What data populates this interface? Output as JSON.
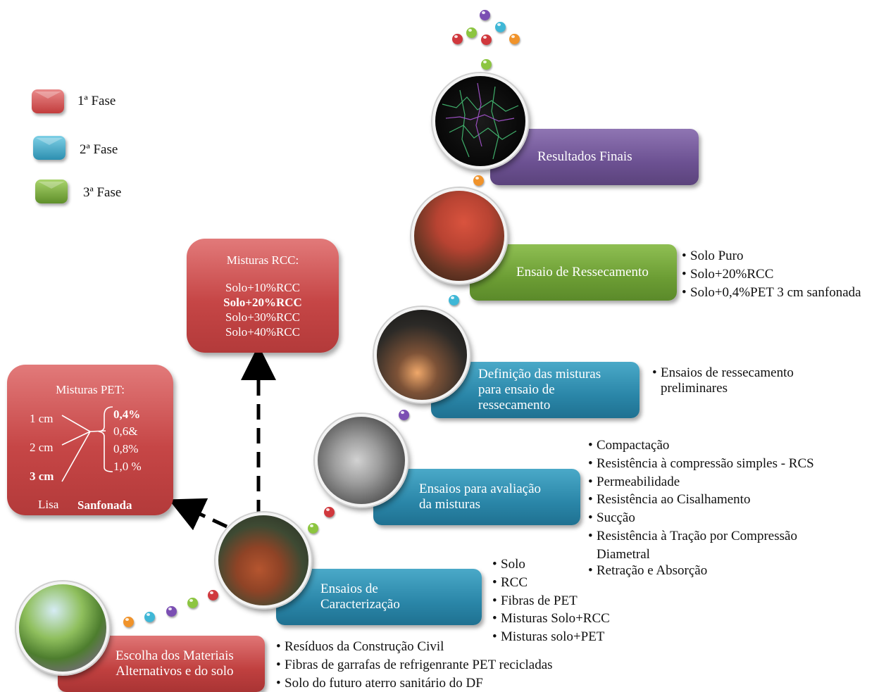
{
  "legend": [
    {
      "label": "1ª Fase",
      "color": "#c94848"
    },
    {
      "label": "2ª Fase",
      "color": "#2f8db0"
    },
    {
      "label": "3ª Fase",
      "color": "#6c9d34"
    }
  ],
  "stages": {
    "materiais": "Escolha dos Materiais\nAlternativos e do solo",
    "caracterizacao": "Ensaios de\nCaracterização",
    "avaliacao": "Ensaios para avaliação\nda misturas",
    "definicao": "Definição das misturas\npara ensaio de\nressecamento",
    "ressecamento": "Ensaio de Ressecamento",
    "resultados": "Resultados Finais"
  },
  "lists": {
    "materiais": [
      "Resíduos da Construção Civil",
      "Fibras de garrafas de refrigenrante PET recicladas",
      "Solo do futuro aterro sanitário do DF"
    ],
    "caracterizacao": [
      "Solo",
      "RCC",
      "Fibras de PET",
      "Misturas Solo+RCC",
      "Misturas solo+PET"
    ],
    "avaliacao": [
      "Compactação",
      "Resistência à compressão simples - RCS",
      "Permeabilidade",
      "Resistência ao Cisalhamento",
      "Sucção",
      "Resistência à Tração por Compressão\nDiametral",
      "Retração e Absorção"
    ],
    "definicao": [
      "Ensaios de ressecamento\npreliminares"
    ],
    "ressecamento": [
      "Solo Puro",
      "Solo+20%RCC",
      "Solo+0,4%PET 3 cm sanfonada"
    ]
  },
  "rcc_box": {
    "title": "Misturas RCC:",
    "items": [
      "Solo+10%RCC",
      "Solo+20%RCC",
      "Solo+30%RCC",
      "Solo+40%RCC"
    ]
  },
  "pet_box": {
    "title": "Misturas PET:",
    "lengths": [
      "1 cm",
      "2 cm",
      "3 cm"
    ],
    "percents": [
      "0,4%",
      "0,6&",
      "0,8%",
      "1,0 %"
    ],
    "types": [
      "Lisa",
      "Sanfonada"
    ]
  },
  "colors": {
    "red": "#c94848",
    "blue": "#2f8db0",
    "green": "#6c9d34",
    "purple": "#6c5192",
    "orange": "#f0932b"
  }
}
